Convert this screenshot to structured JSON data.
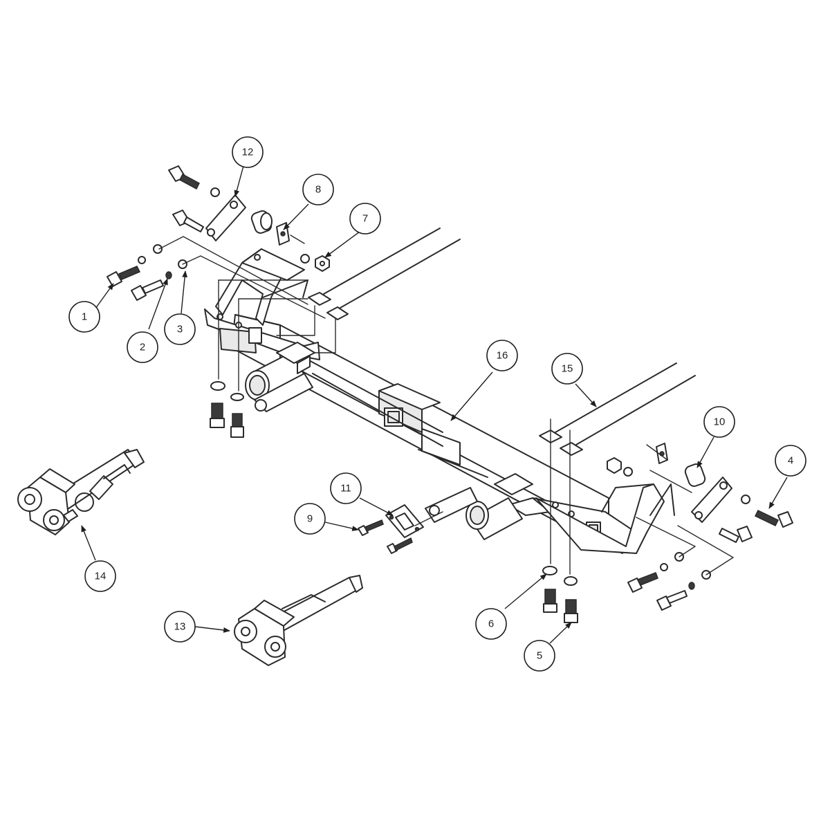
{
  "callouts": [
    {
      "number": "1"
    },
    {
      "number": "2"
    },
    {
      "number": "3"
    },
    {
      "number": "4"
    },
    {
      "number": "5"
    },
    {
      "number": "6"
    },
    {
      "number": "7"
    },
    {
      "number": "8"
    },
    {
      "number": "9"
    },
    {
      "number": "10"
    },
    {
      "number": "11"
    },
    {
      "number": "12"
    },
    {
      "number": "13"
    },
    {
      "number": "14"
    },
    {
      "number": "15"
    },
    {
      "number": "16"
    }
  ]
}
